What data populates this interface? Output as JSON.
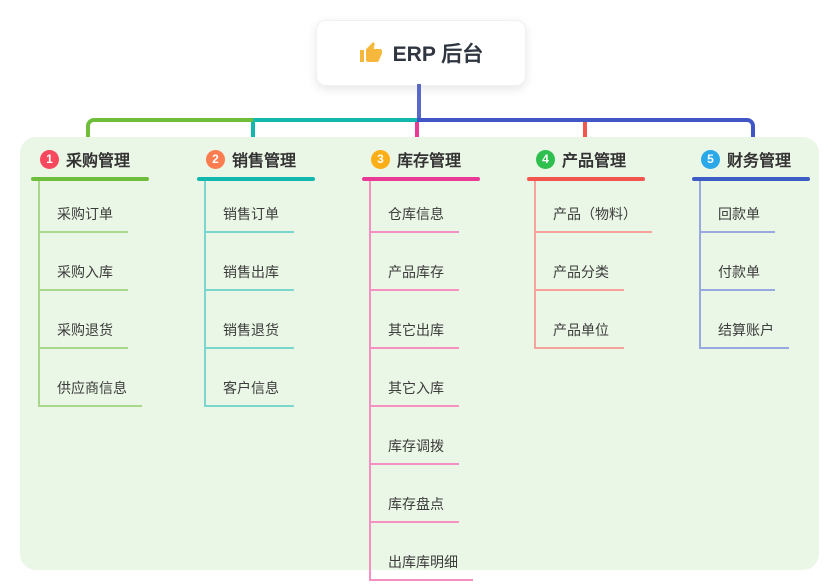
{
  "root": {
    "label": "ERP 后台",
    "icon": "thumbs-up-icon",
    "icon_color": "#f5b83d",
    "card_bg": "#ffffff"
  },
  "connectors": {
    "root_line_color": "#5a68c8",
    "right_line_color": "#4156c6"
  },
  "canvas": {
    "background": "#ffffff",
    "panel_background": "#ebf7e6"
  },
  "branches": [
    {
      "index": "1",
      "title": "采购管理",
      "badge_color": "#f8485e",
      "line_color": "#6ebe3b",
      "child_line_color": "#a9d88a",
      "children": [
        "采购订单",
        "采购入库",
        "采购退货",
        "供应商信息"
      ]
    },
    {
      "index": "2",
      "title": "销售管理",
      "badge_color": "#fb7c4e",
      "line_color": "#12b7ae",
      "child_line_color": "#7ad6ce",
      "children": [
        "销售订单",
        "销售出库",
        "销售退货",
        "客户信息"
      ]
    },
    {
      "index": "3",
      "title": "库存管理",
      "badge_color": "#fcae16",
      "line_color": "#e93b96",
      "child_line_color": "#f490c2",
      "children": [
        "仓库信息",
        "产品库存",
        "其它出库",
        "其它入库",
        "库存调拨",
        "库存盘点",
        "出库库明细"
      ]
    },
    {
      "index": "4",
      "title": "产品管理",
      "badge_color": "#2fbf4f",
      "line_color": "#f2544e",
      "child_line_color": "#f7a39d",
      "children": [
        "产品（物料）",
        "产品分类",
        "产品单位"
      ]
    },
    {
      "index": "5",
      "title": "财务管理",
      "badge_color": "#2aa8e8",
      "line_color": "#3d5cc5",
      "child_line_color": "#98a9e0",
      "children": [
        "回款单",
        "付款单",
        "结算账户"
      ]
    }
  ]
}
